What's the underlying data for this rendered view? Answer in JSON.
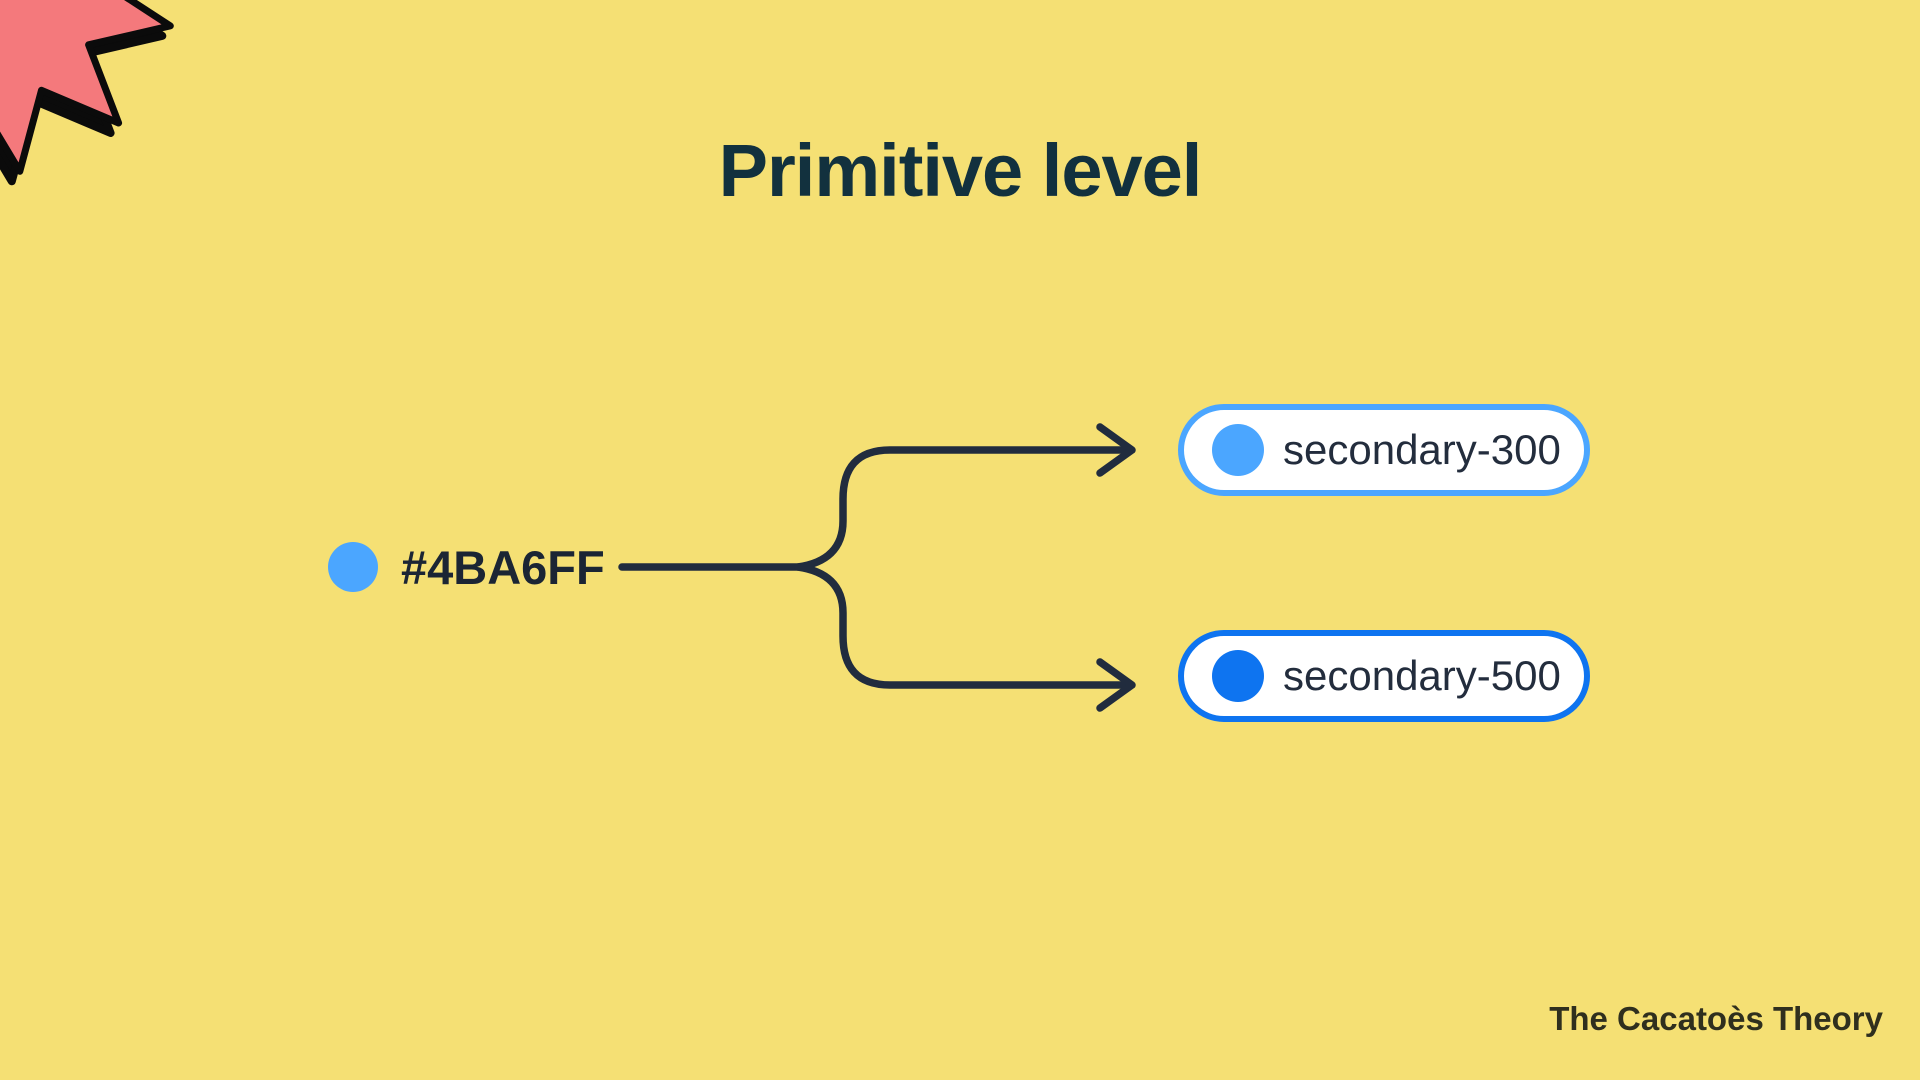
{
  "title": "Primitive level",
  "diagram": {
    "source": {
      "label": "#4BA6FF",
      "swatch_color": "#4BA6FF"
    },
    "targets": [
      {
        "label": "secondary-300",
        "swatch_color": "#4BA6FF",
        "border_color": "#4BA6FF"
      },
      {
        "label": "secondary-500",
        "swatch_color": "#0E74F0",
        "border_color": "#0E74F0"
      }
    ]
  },
  "footer": {
    "credit": "The Cacatoès Theory"
  },
  "colors": {
    "background": "#F5E074",
    "title_text": "#12313E",
    "connector_line": "#212C3E",
    "star_fill": "#F4797C",
    "star_outline": "#0B0B0B",
    "pill_background": "#FFFFFF",
    "pill_text": "#232D3D",
    "source_text": "#1B2534",
    "footer_text": "#2F2F1E"
  },
  "icons": {
    "source_swatch": "color-swatch-circle",
    "target_swatch_300": "color-swatch-circle",
    "target_swatch_500": "color-swatch-circle",
    "decoration": "starburst"
  }
}
